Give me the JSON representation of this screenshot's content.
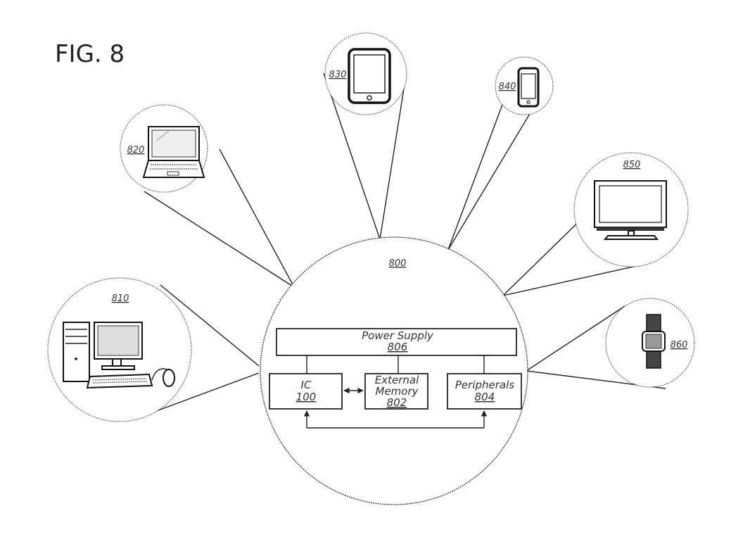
{
  "figure": {
    "title": "FIG. 8"
  },
  "system": {
    "ref": "800",
    "power_supply": {
      "label": "Power Supply",
      "ref": "806"
    },
    "ic": {
      "label": "IC",
      "ref": "100"
    },
    "external_memory": {
      "label_line1": "External",
      "label_line2": "Memory",
      "ref": "802"
    },
    "peripherals": {
      "label": "Peripherals",
      "ref": "804"
    }
  },
  "devices": {
    "desktop": {
      "ref": "810",
      "icon": "desktop-computer-icon"
    },
    "laptop": {
      "ref": "820",
      "icon": "laptop-icon"
    },
    "tablet": {
      "ref": "830",
      "icon": "tablet-icon"
    },
    "phone": {
      "ref": "840",
      "icon": "smartphone-icon"
    },
    "tv": {
      "ref": "850",
      "icon": "television-icon"
    },
    "watch": {
      "ref": "860",
      "icon": "smartwatch-icon"
    }
  }
}
